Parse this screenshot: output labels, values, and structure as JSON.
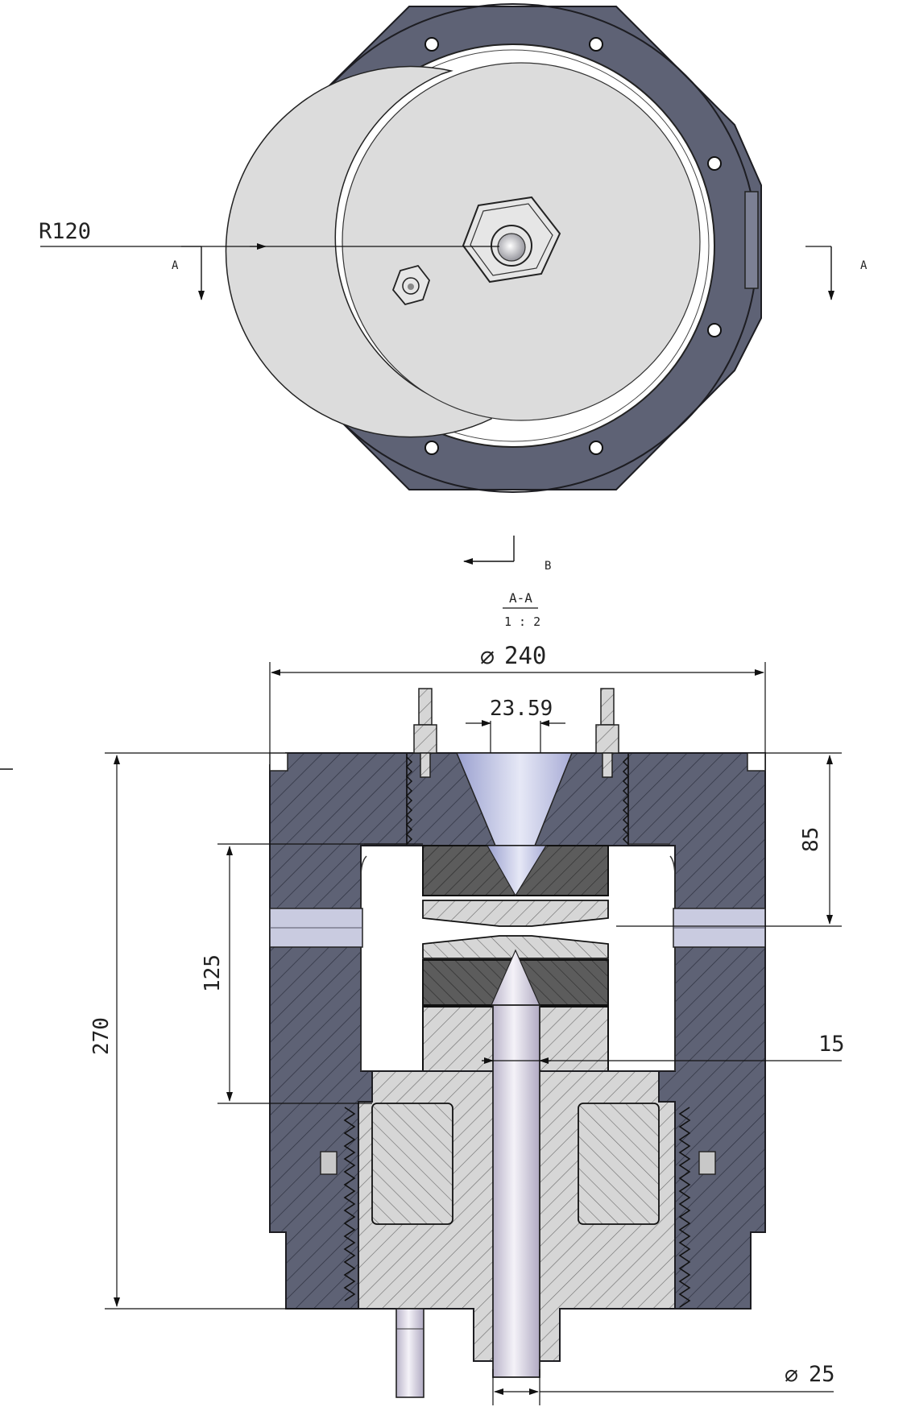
{
  "top_view": {
    "radius_label": "R120",
    "section_mark_left": "A",
    "section_mark_right": "A",
    "section_mark_b": "B"
  },
  "section_view": {
    "title": "A-A",
    "scale": "1 : 2"
  },
  "dimensions": {
    "overall_diameter": "240",
    "cone_top_width": "23.59",
    "upper_depth": "85",
    "overall_height": "270",
    "chamber_height": "125",
    "inner_bore": "15",
    "shaft_diameter": "25"
  },
  "colors": {
    "body": "#5e6275",
    "body_dark": "#45495a",
    "plate": "#dcdcdc",
    "insert_dark": "#5a5a5a",
    "insert_light": "#d2d2d2",
    "cone": "#c4c8e6",
    "shaft": "#d8d4e2"
  }
}
